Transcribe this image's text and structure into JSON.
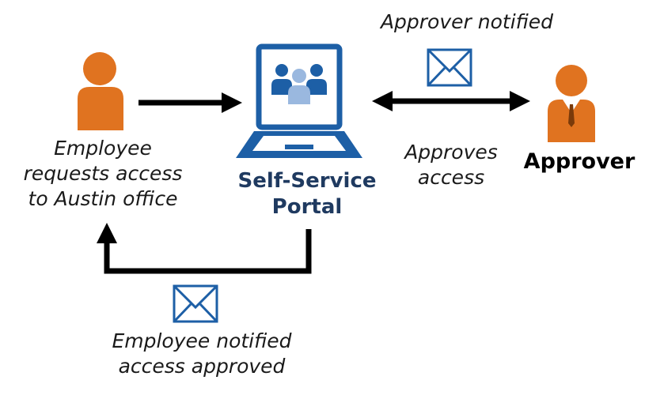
{
  "labels": {
    "approver_notified": "Approver notified",
    "employee_request": [
      "Employee",
      "requests access",
      "to Austin office"
    ],
    "portal": [
      "Self-Service",
      "Portal"
    ],
    "approves_access": [
      "Approves",
      "access"
    ],
    "approver": "Approver",
    "employee_notified": [
      "Employee notified",
      "access approved"
    ]
  },
  "icons": {
    "employee": "person-icon",
    "approver": "businessman-icon",
    "portal": "laptop-icon",
    "approver_mail": "envelope-icon",
    "employee_mail": "envelope-icon"
  },
  "colors": {
    "person": "#e07320",
    "portal_blue": "#1d5fa6",
    "portal_dark": "#1f3a60",
    "people_light": "#9ab8df",
    "arrow": "#000000"
  }
}
